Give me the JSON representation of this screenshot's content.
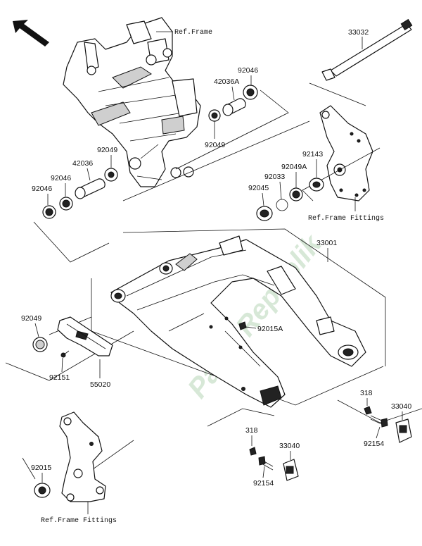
{
  "watermark": "Parts Republik",
  "labels": {
    "ref_frame_top": "Ref.Frame",
    "p33032": "33032",
    "p92046_top": "92046",
    "p42036A": "42036A",
    "p92049_top": "92049",
    "p92049_mid": "92049",
    "p42036": "42036",
    "p92046_a": "92046",
    "p92046_b": "92046",
    "p92143": "92143",
    "p92049A": "92049A",
    "p92033": "92033",
    "p92045": "92045",
    "ref_frame_fittings_right": "Ref.Frame Fittings",
    "p33001": "33001",
    "p92049_left": "92049",
    "p92015A": "92015A",
    "p92151": "92151",
    "p55020": "55020",
    "p318_right": "318",
    "p33040_right": "33040",
    "p92154_right": "92154",
    "p318_mid": "318",
    "p33040_mid": "33040",
    "p92154_mid": "92154",
    "p92015": "92015",
    "ref_frame_fittings_bottom": "Ref.Frame Fittings"
  },
  "icons": {
    "direction_arrow": "front-direction-arrow-icon"
  }
}
